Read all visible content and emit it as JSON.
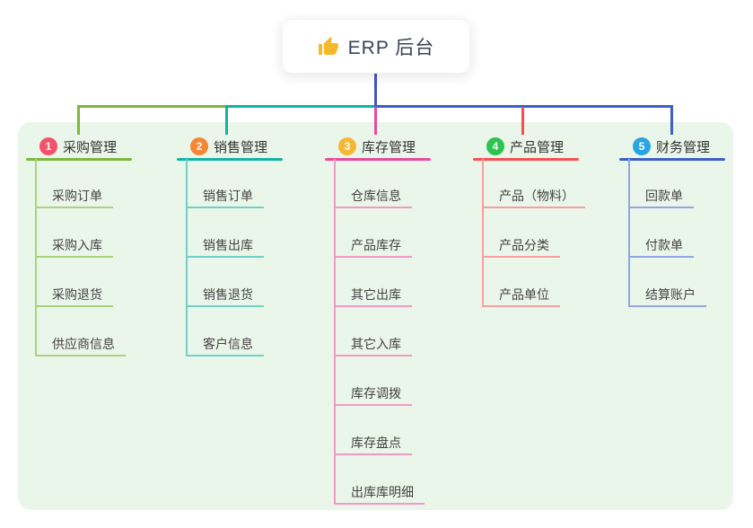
{
  "root": {
    "label": "ERP 后台",
    "icon": "thumbs-up",
    "accent_color": "#4353c9"
  },
  "panel_color": "#ebf6ea",
  "branches": [
    {
      "number": "1",
      "label": "采购管理",
      "badge_color": "#f4516c",
      "line_color": "#7cb840",
      "child_line_color": "#a9d37d",
      "children": [
        "采购订单",
        "采购入库",
        "采购退货",
        "供应商信息"
      ]
    },
    {
      "number": "2",
      "label": "销售管理",
      "badge_color": "#f68634",
      "line_color": "#10b4a4",
      "child_line_color": "#6fd0c6",
      "children": [
        "销售订单",
        "销售出库",
        "销售退货",
        "客户信息"
      ]
    },
    {
      "number": "3",
      "label": "库存管理",
      "badge_color": "#f6b735",
      "line_color": "#e94a9c",
      "child_line_color": "#f29ac5",
      "children": [
        "仓库信息",
        "产品库存",
        "其它出库",
        "其它入库",
        "库存调拨",
        "库存盘点",
        "出库库明细"
      ]
    },
    {
      "number": "4",
      "label": "产品管理",
      "badge_color": "#2cc44f",
      "line_color": "#f94d52",
      "child_line_color": "#f99ea0",
      "children": [
        "产品（物料）",
        "产品分类",
        "产品单位"
      ]
    },
    {
      "number": "5",
      "label": "财务管理",
      "badge_color": "#2ba5e0",
      "line_color": "#3e5fc9",
      "child_line_color": "#92a5e2",
      "children": [
        "回款单",
        "付款单",
        "结算账户"
      ]
    }
  ]
}
